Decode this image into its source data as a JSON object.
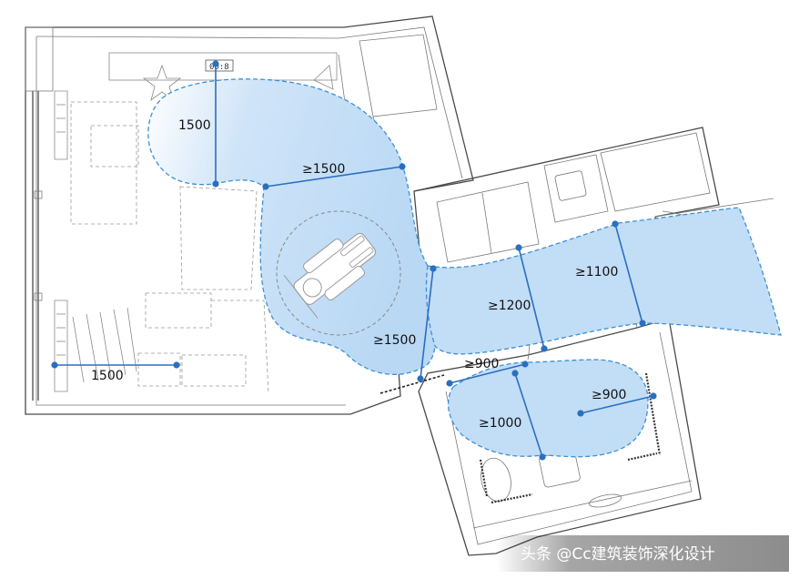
{
  "plan": {
    "clock_label": "00:8",
    "dimensions": [
      {
        "id": "bedroom-vertical",
        "label": "1500"
      },
      {
        "id": "bedroom-diagonal",
        "label": "≥1500"
      },
      {
        "id": "window-side",
        "label": "1500"
      },
      {
        "id": "corridor-left",
        "label": "≥1500"
      },
      {
        "id": "corridor-mid",
        "label": "≥1200"
      },
      {
        "id": "corridor-right",
        "label": "≥1100"
      },
      {
        "id": "bath-door",
        "label": "≥900"
      },
      {
        "id": "bath-right",
        "label": "≥900"
      },
      {
        "id": "bath-vertical",
        "label": "≥1000"
      }
    ],
    "colors": {
      "zone_fill": "#cfe4f8",
      "zone_stroke": "#3d8fd6",
      "dimension": "#2a6fc0",
      "wall": "#4a4a4a"
    }
  },
  "watermark": {
    "text": "头条 @Cc建筑装饰深化设计"
  }
}
